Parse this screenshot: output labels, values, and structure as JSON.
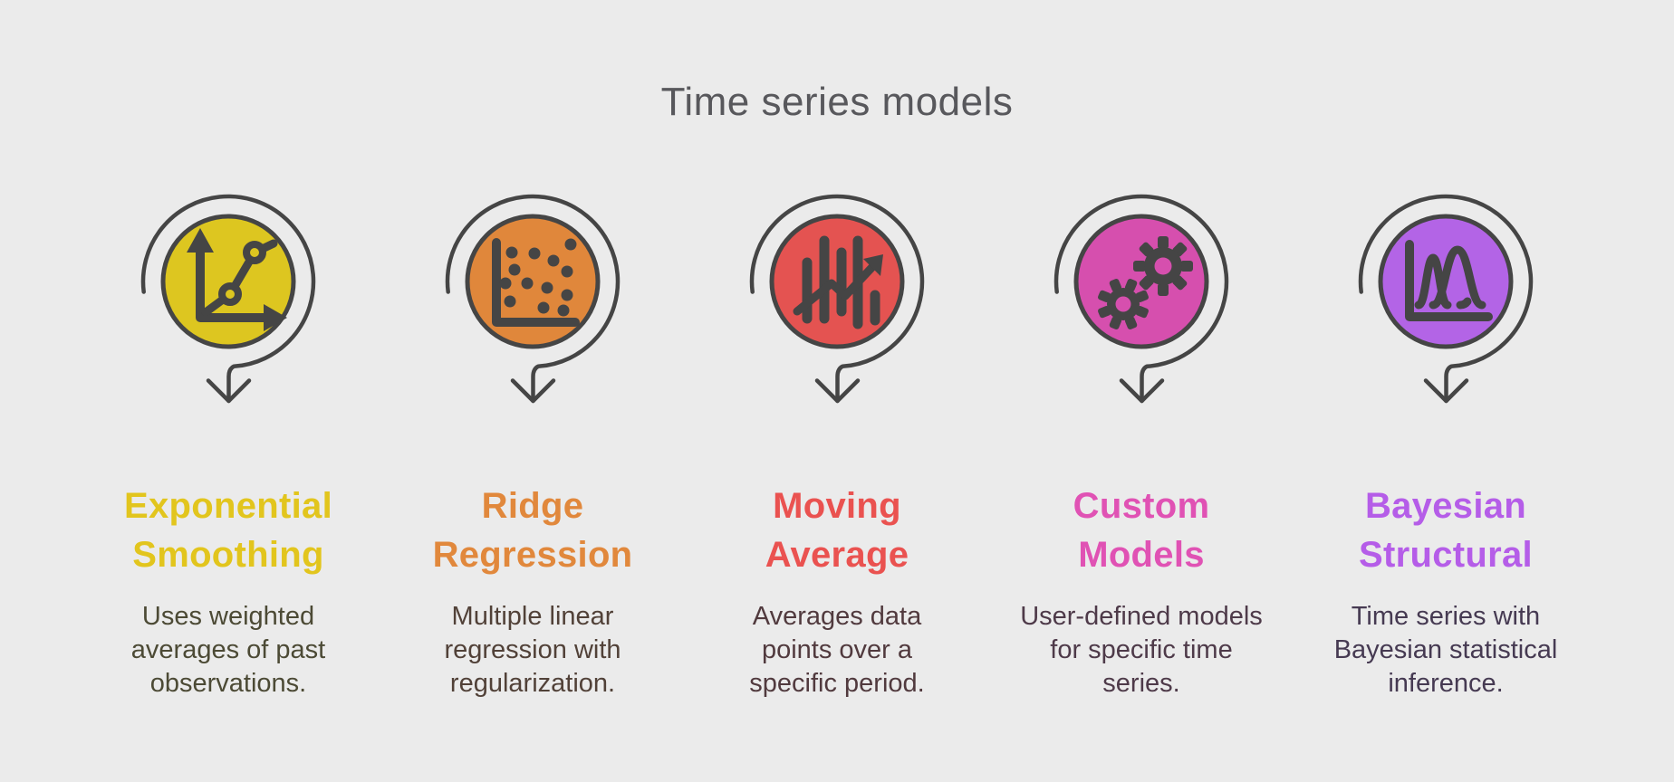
{
  "title": "Time series models",
  "colors": {
    "background": "#ebebeb",
    "ink": "#454545",
    "title": "#58585c"
  },
  "items": [
    {
      "name": "exponential-smoothing",
      "heading": "Exponential\nSmoothing",
      "description": "Uses weighted\naverages of past\nobservations.",
      "accent": "#ddc620",
      "heading_color": "#e2c51d",
      "body_color": "#4c4a35",
      "icon": "line-chart"
    },
    {
      "name": "ridge-regression",
      "heading": "Ridge\nRegression",
      "description": "Multiple linear\nregression with\nregularization.",
      "accent": "#e0873b",
      "heading_color": "#e1883c",
      "body_color": "#514138",
      "icon": "scatter-plot"
    },
    {
      "name": "moving-average",
      "heading": "Moving\nAverage",
      "description": "Averages data\npoints over a\nspecific period.",
      "accent": "#e45351",
      "heading_color": "#ea5250",
      "body_color": "#513a3e",
      "icon": "bar-trend"
    },
    {
      "name": "custom-models",
      "heading": "Custom\nModels",
      "description": "User-defined models\nfor specific time\nseries.",
      "accent": "#d64fae",
      "heading_color": "#e052b4",
      "body_color": "#4e3a49",
      "icon": "gears"
    },
    {
      "name": "bayesian-structural",
      "heading": "Bayesian\nStructural",
      "description": "Time series with\nBayesian statistical\ninference.",
      "accent": "#b364e6",
      "heading_color": "#b55de8",
      "body_color": "#463a52",
      "icon": "bell-curves"
    }
  ]
}
